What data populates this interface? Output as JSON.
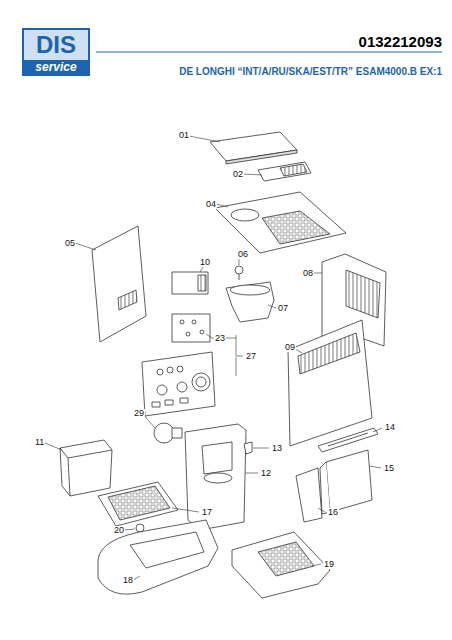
{
  "diagram": {
    "title": "0132212093",
    "nodes": [
      {
        "text": [
          "DIS",
          "service"
        ]
      }
    ],
    "edges": [],
    "labels": [
      "DE LONGHI “INT/A/RU/SKA/EST/TR” ESAM4000.B EX:1",
      "01",
      "02",
      "04",
      "05",
      "06",
      "10",
      "07",
      "08",
      "23",
      "27",
      "09",
      "29",
      "11",
      "13",
      "14",
      "12",
      "15",
      "17",
      "16",
      "20",
      "19",
      "18"
    ]
  }
}
